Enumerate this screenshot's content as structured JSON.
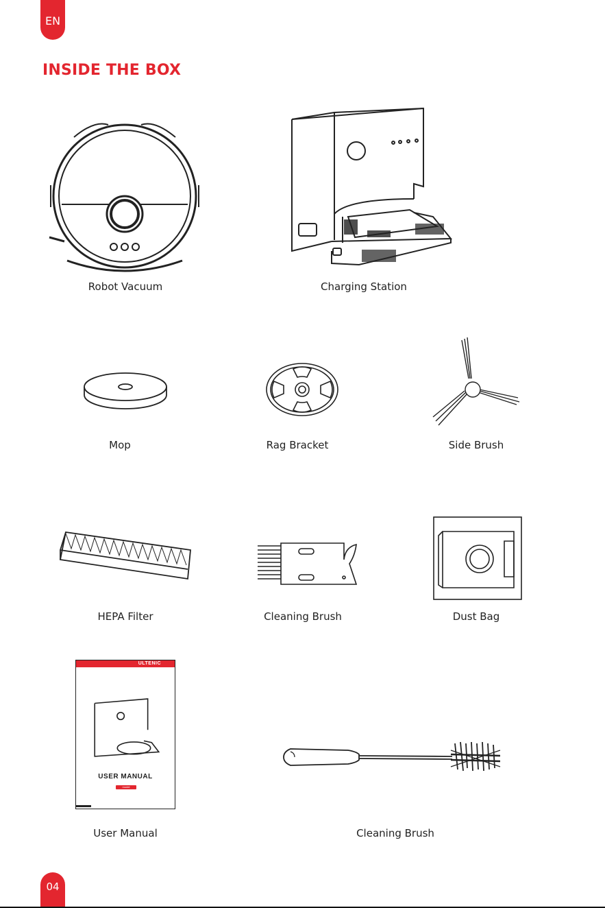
{
  "header": {
    "language_tab": "EN"
  },
  "page": {
    "title": "INSIDE THE BOX",
    "page_number": "04"
  },
  "items": [
    {
      "label": "Robot Vacuum"
    },
    {
      "label": "Charging Station"
    },
    {
      "label": "Mop"
    },
    {
      "label": "Rag Bracket"
    },
    {
      "label": "Side Brush"
    },
    {
      "label": "HEPA Filter"
    },
    {
      "label": "Cleaning Brush"
    },
    {
      "label": "Dust Bag"
    },
    {
      "label": "User Manual"
    },
    {
      "label": "Cleaning Brush"
    }
  ],
  "manual": {
    "brand": "ULTENIC",
    "title": "USER MANUAL",
    "model_badge": "model"
  },
  "colors": {
    "accent": "#e3262f",
    "line": "#222222"
  }
}
